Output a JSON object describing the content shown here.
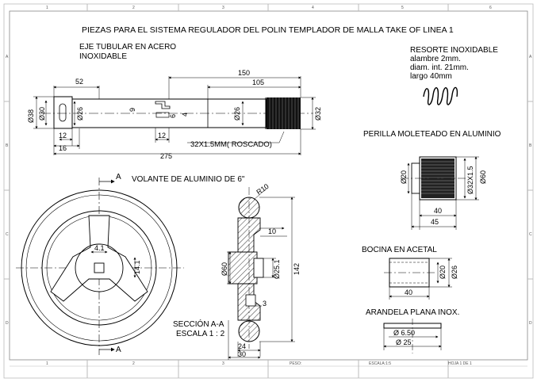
{
  "title": "PIEZAS PARA EL SISTEMA REGULADOR DEL POLIN TEMPLADOR DE MALLA TAKE OF LINEA 1",
  "border": {
    "columns": [
      "1",
      "2",
      "3",
      "4",
      "5",
      "6"
    ],
    "rows": [
      "A",
      "B",
      "C",
      "D"
    ],
    "footer": {
      "peso": "PESO:",
      "escala": "ESCALA:1:5",
      "hoja": "HOJA 1 DE 1"
    }
  },
  "parts": {
    "eje": {
      "title_line1": "EJE TUBULAR EN ACERO",
      "title_line2": "INOXIDABLE",
      "dims": {
        "d52": "52",
        "d150": "150",
        "d105": "105",
        "d38": "Ø38",
        "d30": "Ø30",
        "d26a": "Ø26",
        "d9": "9",
        "d6": "6",
        "d4": "4",
        "d26b": "Ø26",
        "d32": "Ø32",
        "d12a": "12",
        "d12b": "12",
        "d16": "16",
        "d275": "275"
      },
      "thread_callout": "32X1.5MM( ROSCADO)"
    },
    "resorte": {
      "line1": "RESORTE INOXIDABLE",
      "line2": "alambre 2mm.",
      "line3": "diam. int. 21mm.",
      "line4": "largo 40mm"
    },
    "perilla": {
      "title": "PERILLA MOLETEADO EN ALUMINIO",
      "dims": {
        "d20": "Ø20",
        "d32x15": "Ø32X1.5",
        "d60": "Ø60",
        "d40": "40",
        "d45": "45"
      }
    },
    "volante": {
      "title": "VOLANTE DE ALUMINIO DE 6\"",
      "section_a_top": "A",
      "section_a_bottom": "A",
      "dims": {
        "d41": "4.1",
        "d141": "14.1"
      }
    },
    "seccion": {
      "line1": "SECCIÓN A-A",
      "line2": "ESCALA 1 : 2",
      "dims": {
        "r10": "R10",
        "d10": "10",
        "d60": "Ø60",
        "d251": "Ø25.1",
        "d142": "142",
        "d3": "3",
        "d24": "24",
        "d30": "30"
      }
    },
    "bocina": {
      "title": "BOCINA EN ACETAL",
      "dims": {
        "d20": "Ø20",
        "d26": "Ø26",
        "d40": "40"
      }
    },
    "arandela": {
      "title": "ARANDELA PLANA INOX.",
      "dims": {
        "d650": "Ø 6.50",
        "d25": "Ø 25"
      }
    }
  }
}
